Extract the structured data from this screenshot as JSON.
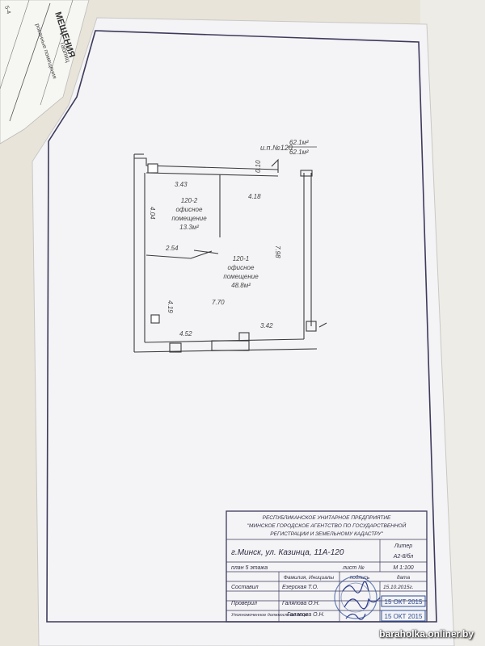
{
  "background_sheet": {
    "heading_fragment": "МЕЩЕНИЯ",
    "row_fragment_1": "Таблиц",
    "row_fragment_2": "рованные помещения",
    "page_number": "5-4"
  },
  "plan": {
    "unit_label": "и.п.№120",
    "area_total_1": "62.1м²",
    "area_total_2": "62.1м²",
    "rooms": [
      {
        "number": "120-2",
        "line1": "офисное",
        "line2": "помещение",
        "area": "13.3м²"
      },
      {
        "number": "120-1",
        "line1": "офисное",
        "line2": "помещение",
        "area": "48.8м²"
      }
    ],
    "dimensions": {
      "top_left": "3.43",
      "left_upper": "4.04",
      "small_top": "0.10",
      "top_right": "4.18",
      "partition": "2.54",
      "right": "7.98",
      "left_lower": "4.19",
      "center": "7.70",
      "bottom_left": "4.52",
      "bottom_right": "3.42"
    }
  },
  "title_block": {
    "org_line1": "РЕСПУБЛИКАНСКОЕ УНИТАРНОЕ ПРЕДПРИЯТИЕ",
    "org_line2": "\"МИНСКОЕ ГОРОДСКОЕ АГЕНТСТВО ПО ГОСУДАРСТВЕННОЙ",
    "org_line3": "РЕГИСТРАЦИИ И ЗЕМЕЛЬНОМУ КАДАСТРУ\"",
    "address": "г.Минск, ул. Казинца, 11А-120",
    "liter_label": "Литер",
    "liter_value": "А2-8/бл",
    "plan_label": "план 5 этажа",
    "sheet_label": "лист №",
    "scale": "М 1:100",
    "col_name": "Фамилия, Инициалы",
    "col_sign": "подпись",
    "col_date": "дата",
    "rows": [
      {
        "role": "Составил",
        "name": "Езерская Т.О.",
        "date": "15.10.2015г."
      },
      {
        "role": "Проверил",
        "name": "Галяпова О.Н.",
        "date": "15 ОКТ 2015"
      },
      {
        "role": "Уполномоченное должностное лицо",
        "name": "Галяпова О.Н.",
        "date": "15 ОКТ 2015"
      }
    ]
  },
  "watermark": "baraholka.onliner.by",
  "colors": {
    "paper": "#f3f3f5",
    "ink": "#3a3a3e",
    "frame": "#3d3a5c",
    "stamp": "#2d4f9a",
    "desk": "#e9e6dd"
  }
}
